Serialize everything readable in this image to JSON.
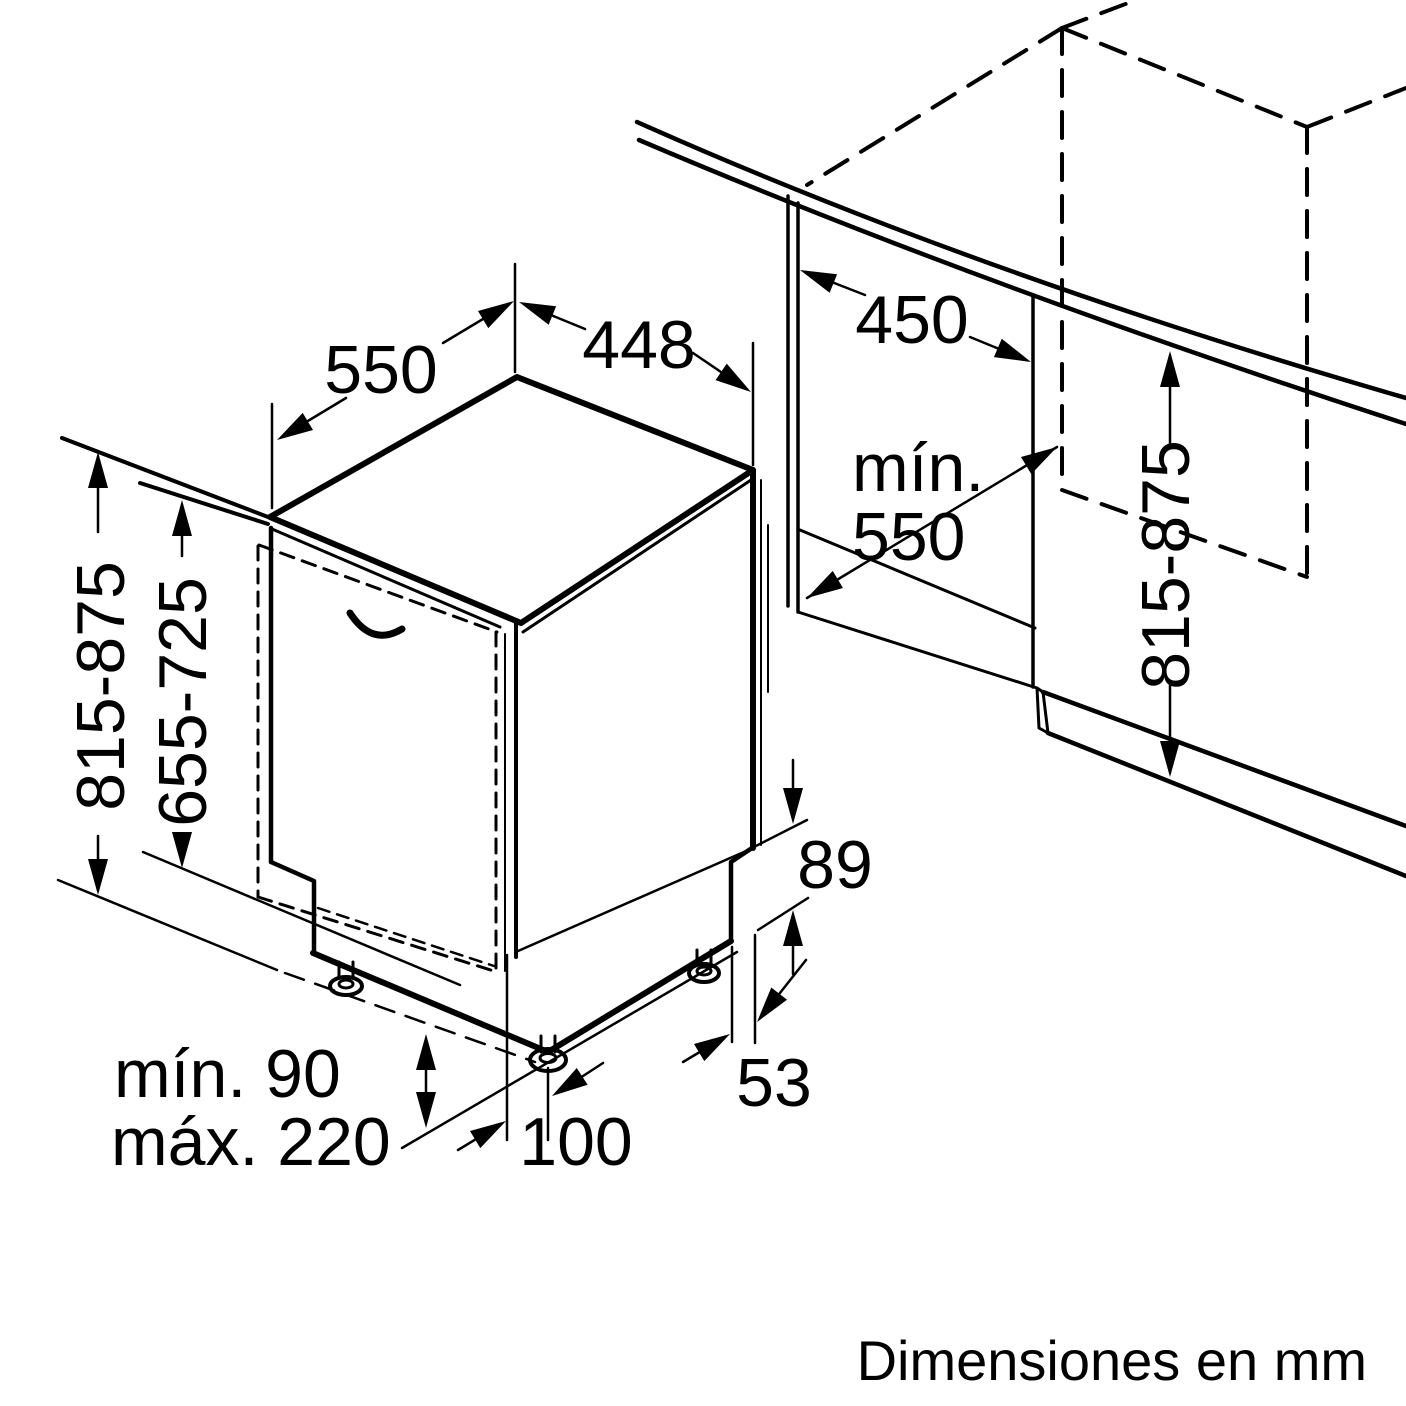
{
  "meta": {
    "background_color": "#ffffff",
    "line_color": "#000000",
    "units": "mm"
  },
  "labels": {
    "top_depth": "550",
    "top_width": "448",
    "niche_width": "450",
    "niche_depth_line1": "mín.",
    "niche_depth_line2": "550",
    "height_left": "815-875",
    "door_panel_height": "655-725",
    "height_right": "815-875",
    "base_height": "89",
    "toe_kick": "53",
    "foot_inset": "100",
    "plinth_min": "mín. 90",
    "plinth_max": "máx. 220",
    "caption": "Dimensiones en mm"
  }
}
